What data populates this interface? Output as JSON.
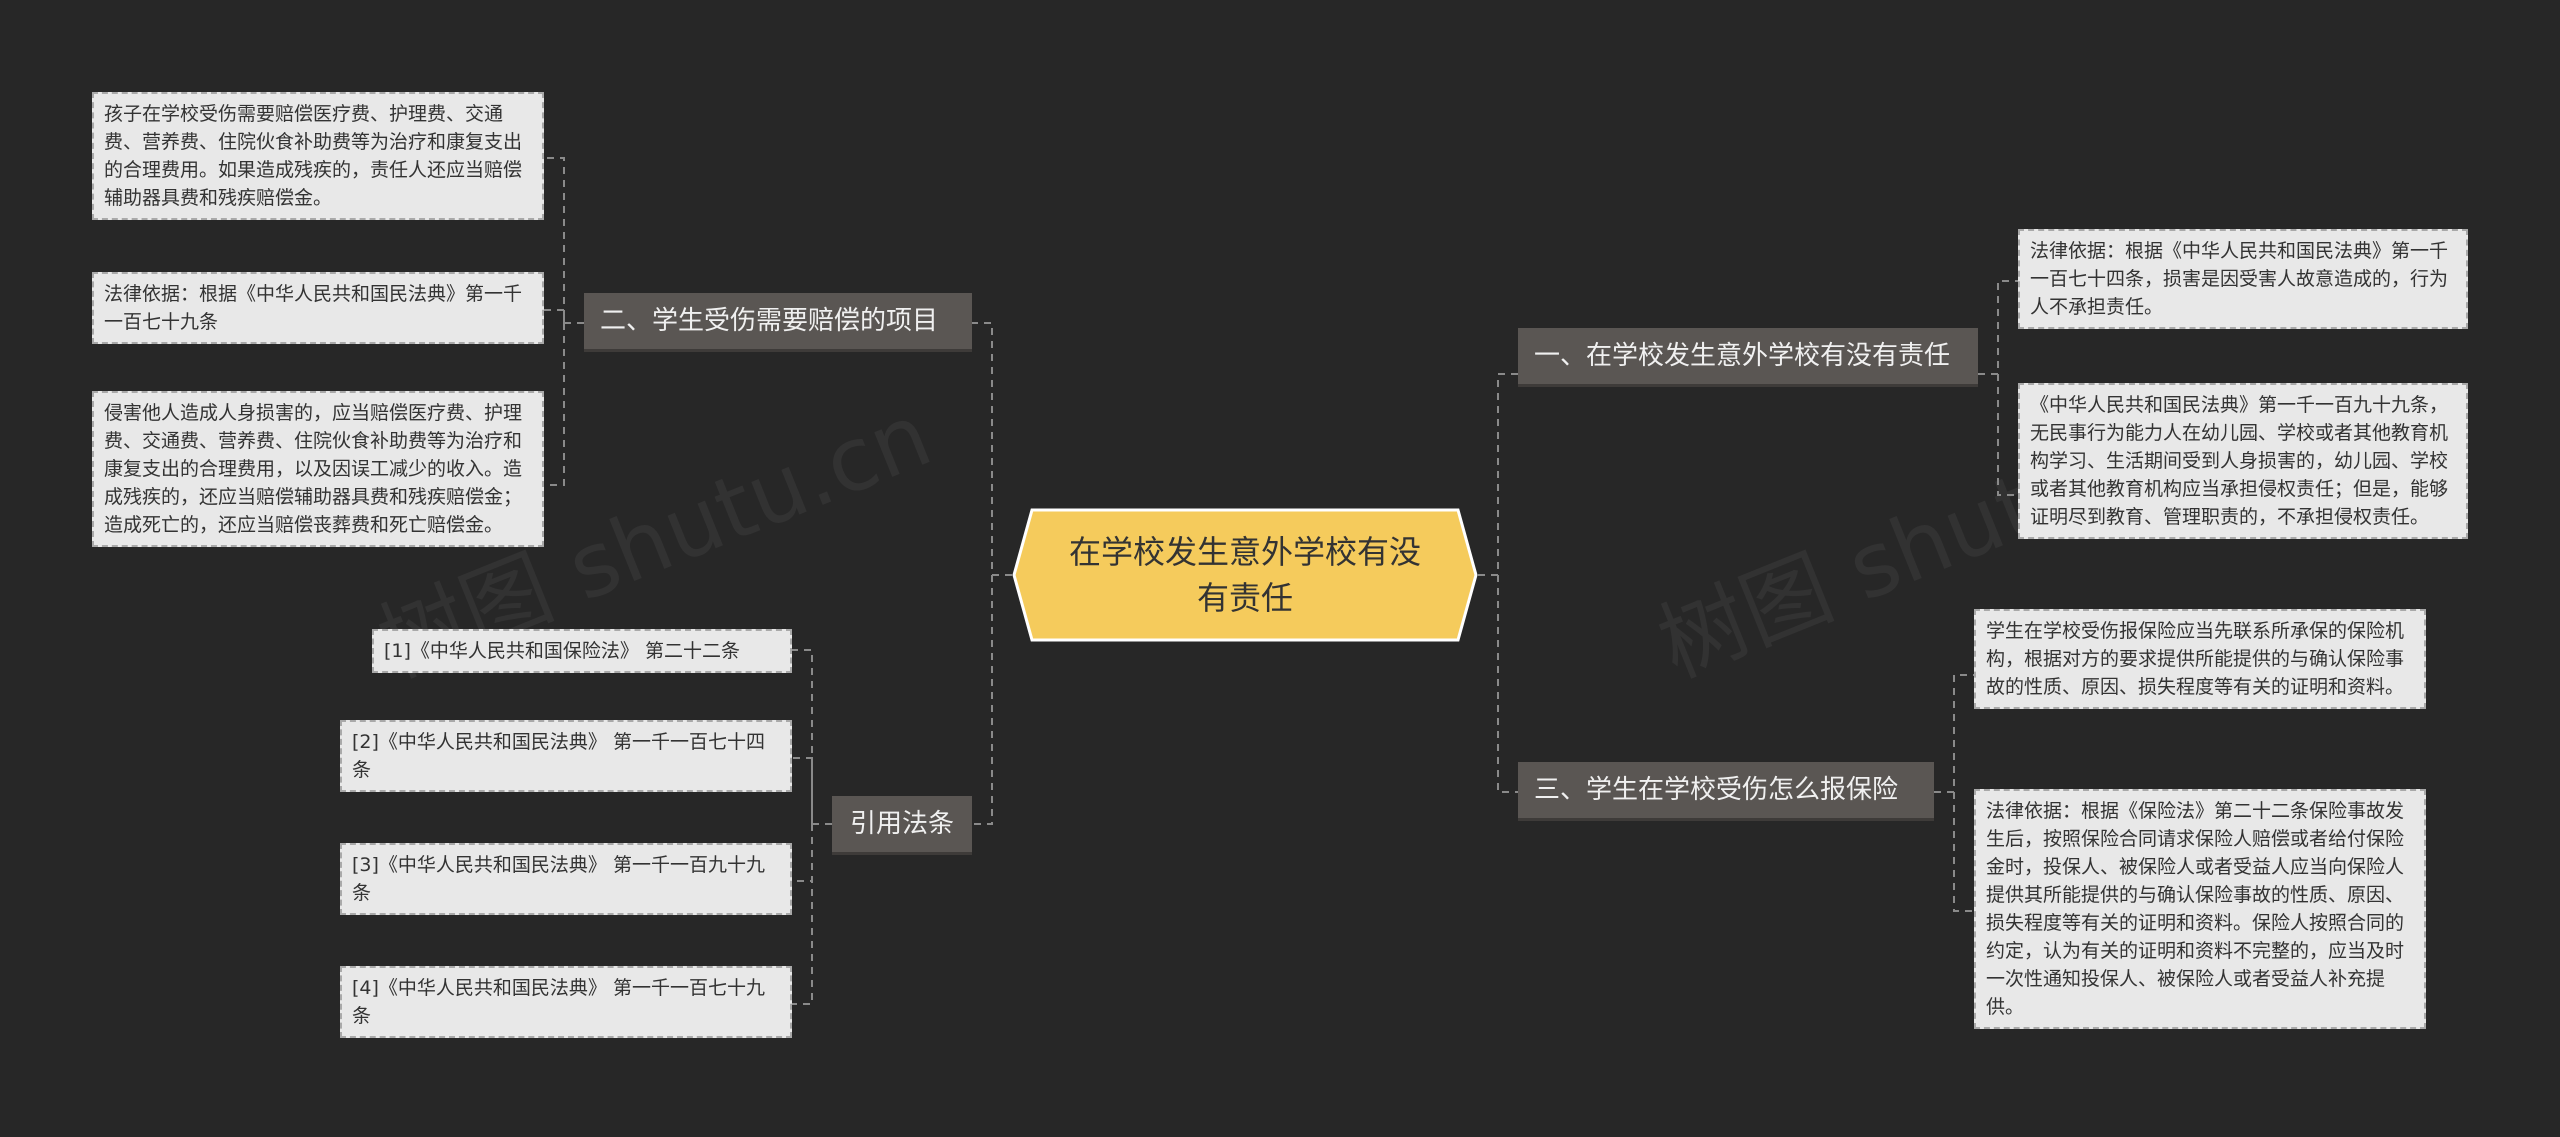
{
  "root": {
    "title": "在学校发生意外学校有没有责任"
  },
  "branches": {
    "right1": {
      "label": "一、在学校发生意外学校有没有责任",
      "leaves": [
        "法律依据：根据《中华人民共和国民法典》第一千一百七十四条，损害是因受害人故意造成的，行为人不承担责任。",
        "《中华人民共和国民法典》第一千一百九十九条，无民事行为能力人在幼儿园、学校或者其他教育机构学习、生活期间受到人身损害的，幼儿园、学校或者其他教育机构应当承担侵权责任；但是，能够证明尽到教育、管理职责的，不承担侵权责任。"
      ]
    },
    "right2": {
      "label": "三、学生在学校受伤怎么报保险",
      "leaves": [
        "学生在学校受伤报保险应当先联系所承保的保险机构，根据对方的要求提供所能提供的与确认保险事故的性质、原因、损失程度等有关的证明和资料。",
        "法律依据：根据《保险法》第二十二条保险事故发生后，按照保险合同请求保险人赔偿或者给付保险金时，投保人、被保险人或者受益人应当向保险人提供其所能提供的与确认保险事故的性质、原因、损失程度等有关的证明和资料。保险人按照合同的约定，认为有关的证明和资料不完整的，应当及时一次性通知投保人、被保险人或者受益人补充提供。"
      ]
    },
    "left1": {
      "label": "二、学生受伤需要赔偿的项目",
      "leaves": [
        "孩子在学校受伤需要赔偿医疗费、护理费、交通费、营养费、住院伙食补助费等为治疗和康复支出的合理费用。如果造成残疾的，责任人还应当赔偿辅助器具费和残疾赔偿金。",
        "法律依据：根据《中华人民共和国民法典》第一千一百七十九条",
        "侵害他人造成人身损害的，应当赔偿医疗费、护理费、交通费、营养费、住院伙食补助费等为治疗和康复支出的合理费用，以及因误工减少的收入。造成残疾的，还应当赔偿辅助器具费和残疾赔偿金；造成死亡的，还应当赔偿丧葬费和死亡赔偿金。"
      ]
    },
    "left2": {
      "label": "引用法条",
      "leaves": [
        "[1]《中华人民共和国保险法》 第二十二条",
        "[2]《中华人民共和国民法典》 第一千一百七十四条",
        "[3]《中华人民共和国民法典》 第一千一百九十九条",
        "[4]《中华人民共和国民法典》 第一千一百七十九条"
      ]
    }
  },
  "colors": {
    "background": "#272727",
    "root_fill": "#f5cb5c",
    "root_border": "#ffffff",
    "branch_fill": "#5a5653",
    "leaf_fill": "#e8e8e8",
    "connector": "#8a8a8a"
  }
}
